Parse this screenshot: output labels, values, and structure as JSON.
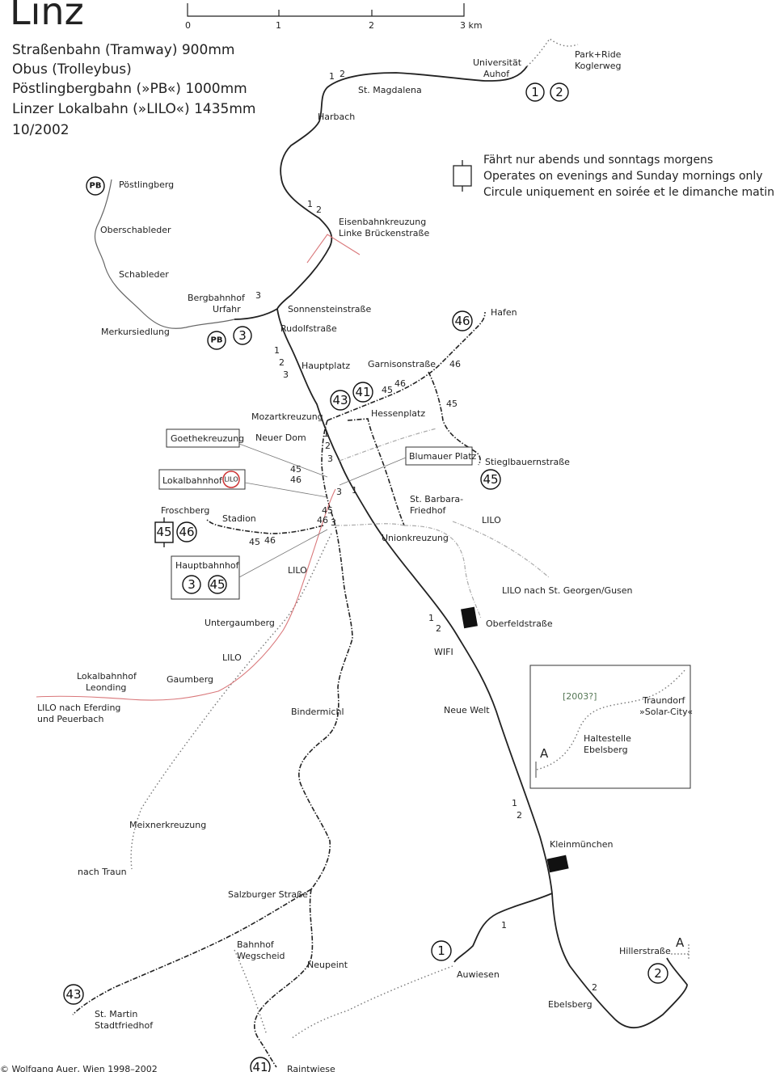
{
  "title": "Linz",
  "legend": {
    "line1": "Straßenbahn (Tramway) 900mm",
    "line2": "Obus (Trolleybus)",
    "line3": "Pöstlingbergbahn (»PB«) 1000mm",
    "line4": "Linzer Lokalbahn (»LILO«) 1435mm",
    "date": "10/2002"
  },
  "scale": {
    "t0": "0",
    "t1": "1",
    "t2": "2",
    "t3": "3 km"
  },
  "note": {
    "de": "Fährt nur abends und sonntags morgens",
    "en": "Operates on evenings and Sunday mornings only",
    "fr": "Circule uniquement en soirée et le dimanche matin"
  },
  "copyright": "© Wolfgang Auer, Wien 1998–2002",
  "badges": {
    "b1": "1",
    "b2": "2",
    "b3": "3",
    "b41": "41",
    "b43": "43",
    "b45": "45",
    "b46": "46",
    "pb": "PB",
    "lilo": "LILO"
  },
  "stops": {
    "universitaet": "Universität",
    "auhof": "Auhof",
    "parkride": "Park+Ride",
    "koglerweg": "Koglerweg",
    "magdalena": "St. Magdalena",
    "harbach": "Harbach",
    "eisenbahn1": "Eisenbahnkreuzung",
    "eisenbahn2": "Linke Brückenstraße",
    "poestlingberg": "Pöstlingberg",
    "oberschableder": "Oberschableder",
    "schableder": "Schableder",
    "bergbahnhof": "Bergbahnhof",
    "urfahr": "Urfahr",
    "merkursiedlung": "Merkursiedlung",
    "sonnenstein": "Sonnensteinstraße",
    "rudolf": "Rudolfstraße",
    "hauptplatz": "Hauptplatz",
    "garnison": "Garnisonstraße",
    "hafen": "Hafen",
    "mozart": "Mozartkreuzung",
    "hessen": "Hessenplatz",
    "goethe": "Goethekreuzung",
    "neuerdom": "Neuer Dom",
    "blumauer": "Blumauer Platz",
    "stiegl": "Stieglbauernstraße",
    "lokalbahnhof": "Lokalbahnhof",
    "barbara1": "St. Barbara-",
    "barbara2": "Friedhof",
    "froschberg": "Froschberg",
    "stadion": "Stadion",
    "union": "Unionkreuzung",
    "hauptbahnhof": "Hauptbahnhof",
    "lilonach": "LILO nach St. Georgen/Gusen",
    "untergaumberg": "Untergaumberg",
    "oberfeld": "Oberfeldstraße",
    "wifi": "WIFI",
    "lokleonding1": "Lokalbahnhof",
    "lokleonding2": "Leonding",
    "gaumberg": "Gaumberg",
    "eferding1": "LILO nach Eferding",
    "eferding2": "und Peuerbach",
    "bindermichl": "Bindermichl",
    "neuewelt": "Neue Welt",
    "meixner": "Meixnerkreuzung",
    "traun": "nach Traun",
    "kleinmuenchen": "Kleinmünchen",
    "salzburger": "Salzburger Straße",
    "wegscheid1": "Bahnhof",
    "wegscheid2": "Wegscheid",
    "neupeint": "Neupeint",
    "auwiesen": "Auwiesen",
    "hiller": "Hillerstraße",
    "ebelsberg": "Ebelsberg",
    "martin1": "St. Martin",
    "martin2": "Stadtfriedhof",
    "raintwiese": "Raintwiese"
  },
  "inset": {
    "year": "[2003?]",
    "traun1": "Traundorf",
    "traun2": "»Solar-City«",
    "halt1": "Haltestelle",
    "halt2": "Ebelsberg",
    "a": "A"
  },
  "a_marker": "A",
  "lilo_small": "LILO",
  "line_nums": {
    "n1": "1",
    "n2": "2",
    "n3": "3",
    "n45": "45",
    "n46": "46"
  }
}
